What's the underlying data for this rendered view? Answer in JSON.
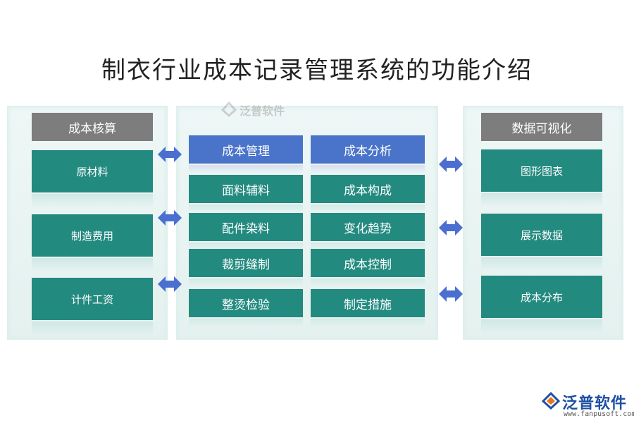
{
  "title": "制衣行业成本记录管理系统的功能介绍",
  "left": {
    "header": "成本核算",
    "items": [
      "原材料",
      "制造费用",
      "计件工资"
    ]
  },
  "middle": {
    "col1": [
      "成本管理",
      "面料辅料",
      "配件染料",
      "裁剪缝制",
      "整烫检验"
    ],
    "col2": [
      "成本分析",
      "成本构成",
      "变化趋势",
      "成本控制",
      "制定措施"
    ]
  },
  "right": {
    "header": "数据可视化",
    "items": [
      "图形图表",
      "展示数据",
      "成本分布"
    ]
  },
  "logo": {
    "name": "泛普软件",
    "url": "www.fanpusoft.com"
  },
  "colors": {
    "teal": "#238a80",
    "blue": "#4a74c9",
    "gray": "#7d7d7d",
    "arrow": "#4a6fd0",
    "logo_orange": "#e9741c",
    "logo_blue": "#1e4fa3"
  },
  "icons": [
    "double-arrow-icon",
    "fanpu-logo-icon"
  ]
}
